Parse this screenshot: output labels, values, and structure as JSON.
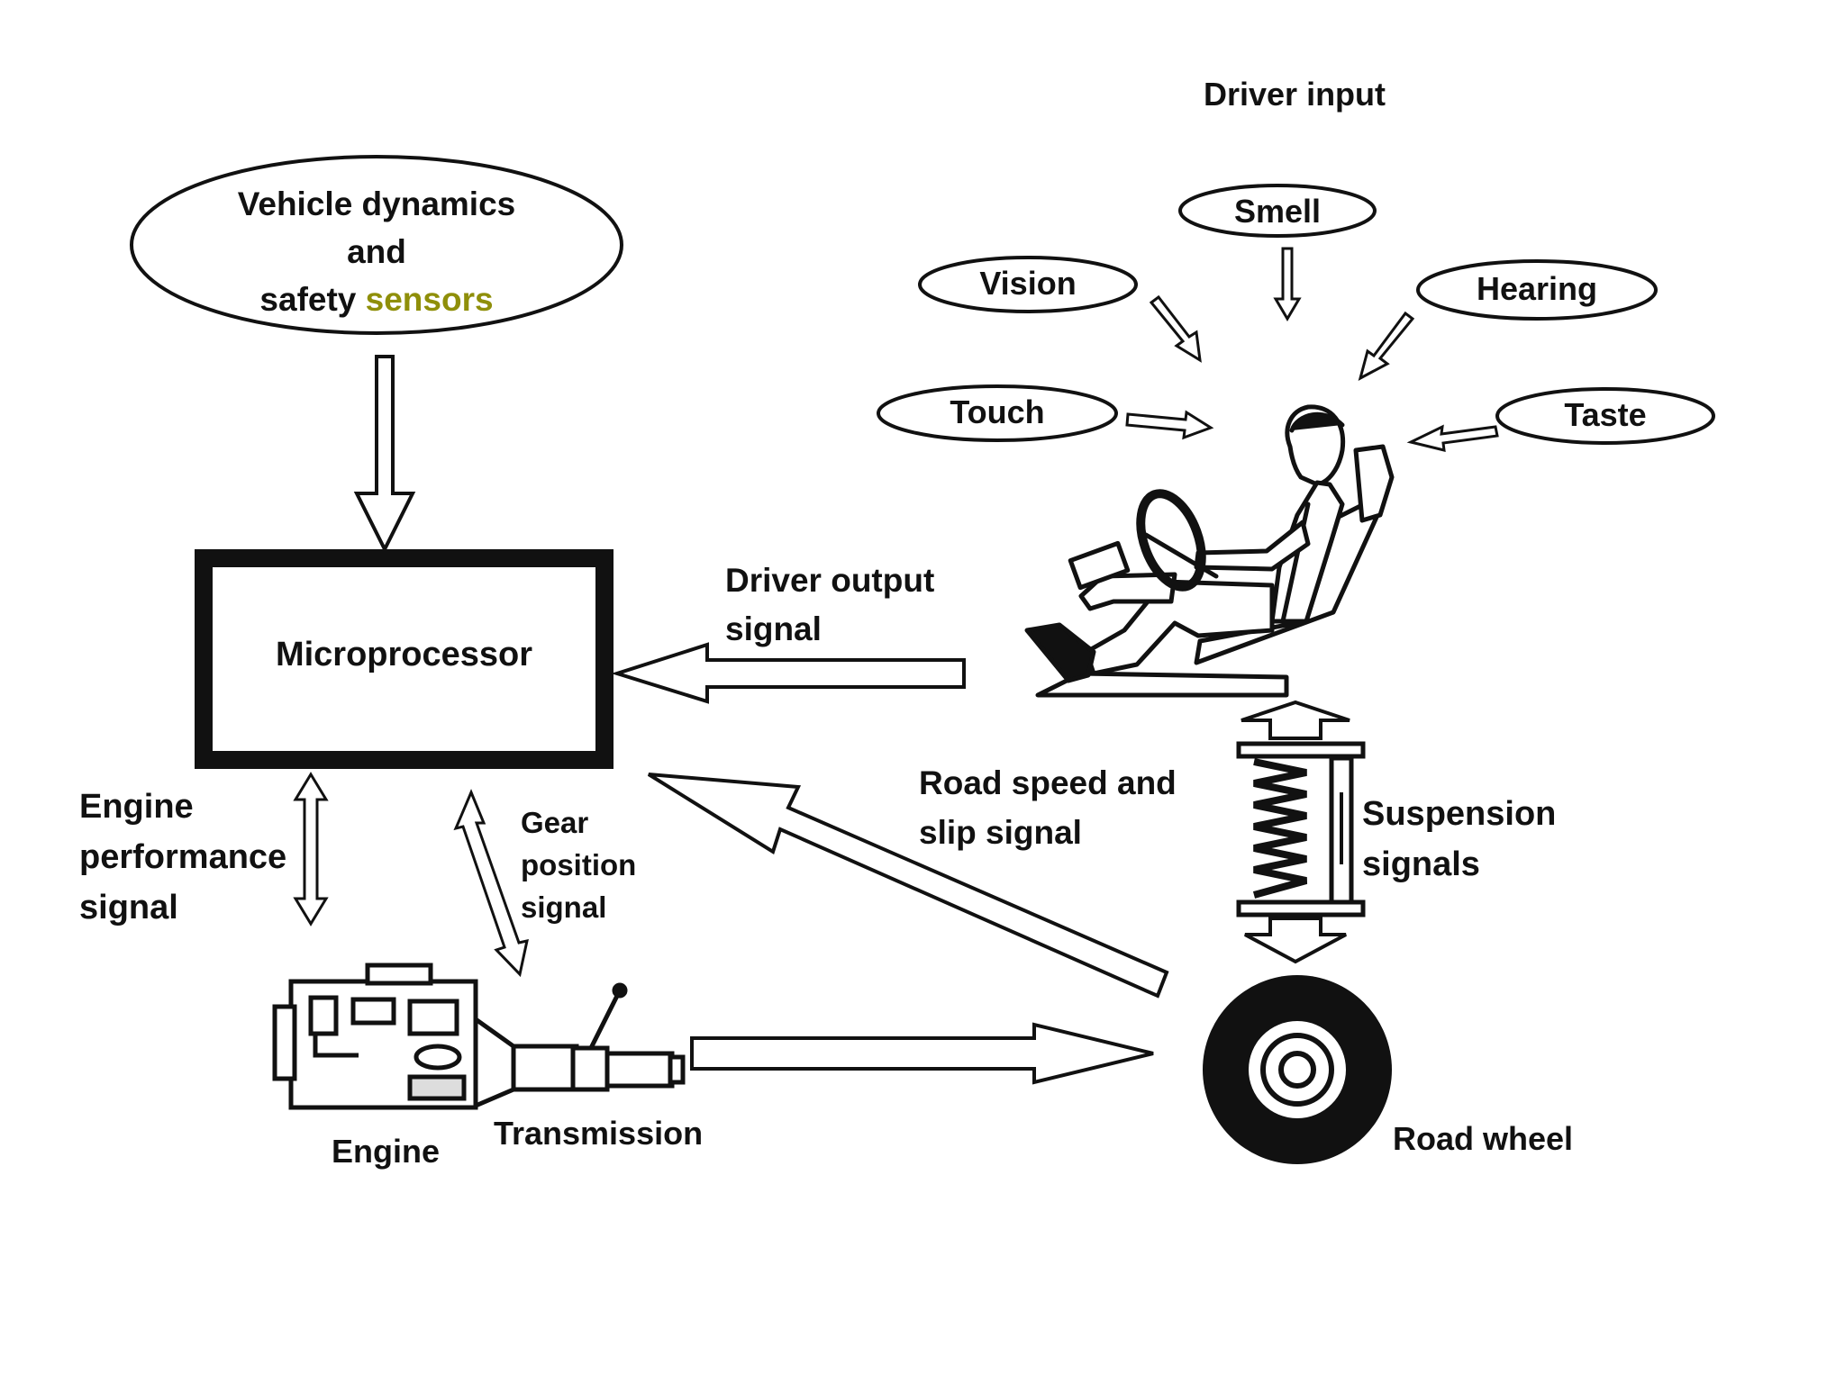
{
  "header": {
    "driver_input": "Driver input"
  },
  "sensor_block": {
    "line1": "Vehicle dynamics",
    "line2": "and",
    "line3_prefix": "safety",
    "line3_highlight": "sensors",
    "highlight_color": "#8f8f0a"
  },
  "microprocessor": {
    "label": "Microprocessor"
  },
  "senses": {
    "smell": "Smell",
    "vision": "Vision",
    "hearing": "Hearing",
    "touch": "Touch",
    "taste": "Taste"
  },
  "signals": {
    "driver_output": [
      "Driver output",
      "signal"
    ],
    "road_speed": [
      "Road speed and",
      "slip signal"
    ],
    "suspension": [
      "Suspension",
      "signals"
    ],
    "engine_performance": [
      "Engine",
      "performance",
      "signal"
    ],
    "gear_position": [
      "Gear",
      "position",
      "signal"
    ]
  },
  "components": {
    "engine": "Engine",
    "transmission": "Transmission",
    "road_wheel": "Road wheel"
  }
}
